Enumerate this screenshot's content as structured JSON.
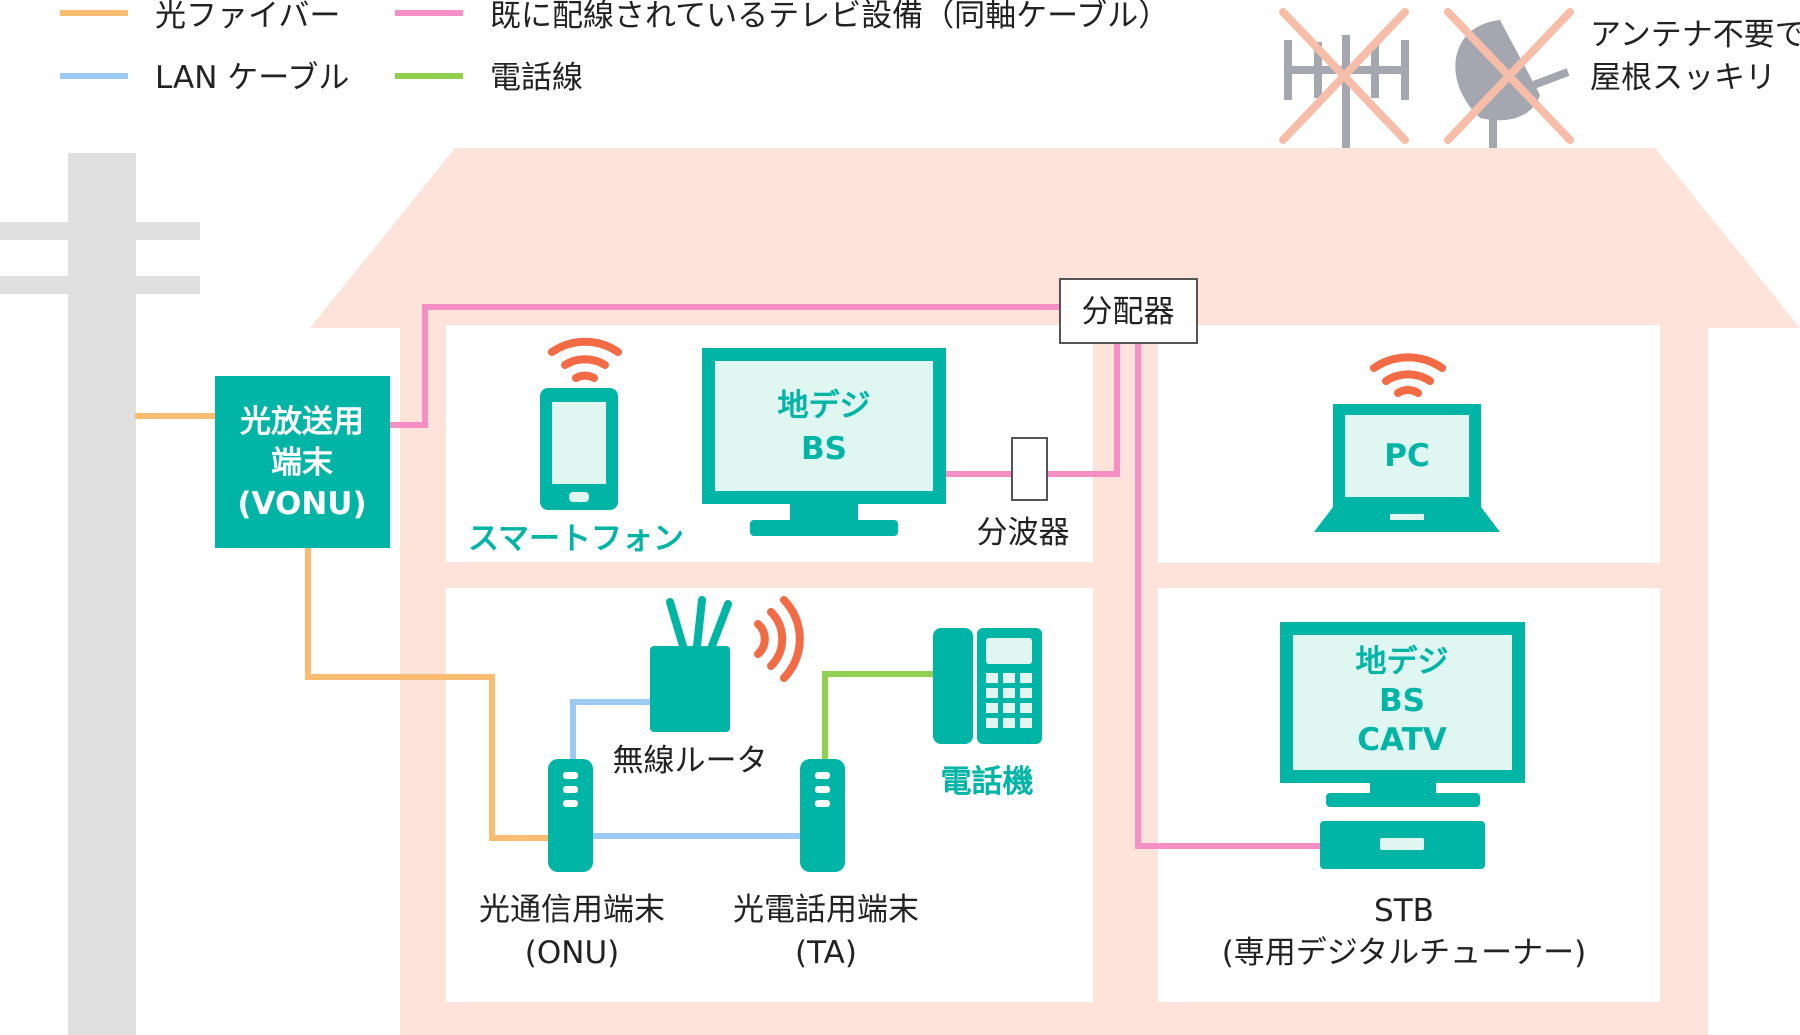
{
  "legend": [
    {
      "label": "光ファイバー",
      "color": "#f8bd73"
    },
    {
      "label": "既に配線されているテレビ設備（同軸ケーブル）",
      "color": "#f58fc6"
    },
    {
      "label": "LAN ケーブル",
      "color": "#9ccaf3"
    },
    {
      "label": "電話線",
      "color": "#8fd14f"
    }
  ],
  "antenna_note": [
    "アンテナ不要で",
    "屋根スッキリ"
  ],
  "vonu": [
    "光放送用",
    "端末",
    "(VONU)"
  ],
  "splitter_label": "分配器",
  "branch_label": "分波器",
  "smartphone_label": "スマートフォン",
  "tv1_screen": [
    "地デジ",
    "BS"
  ],
  "pc_screen": "PC",
  "router_label": "無線ルータ",
  "onu_label": [
    "光通信用端末",
    "(ONU)"
  ],
  "ta_label": [
    "光電話用端末",
    "(TA)"
  ],
  "phone_label": "電話機",
  "tv2_screen": [
    "地デジ",
    "BS",
    "CATV"
  ],
  "stb_label": [
    "STB",
    "(専用デジタルチューナー)"
  ],
  "colors": {
    "teal": "#00b5a5",
    "screen_fill": "#dff6f1",
    "house": "#fde3d9",
    "pole": "#e0e0e0",
    "wifi": "#f26b45",
    "antenna_gray": "#a4a7b0",
    "cross": "#f6bda9"
  }
}
